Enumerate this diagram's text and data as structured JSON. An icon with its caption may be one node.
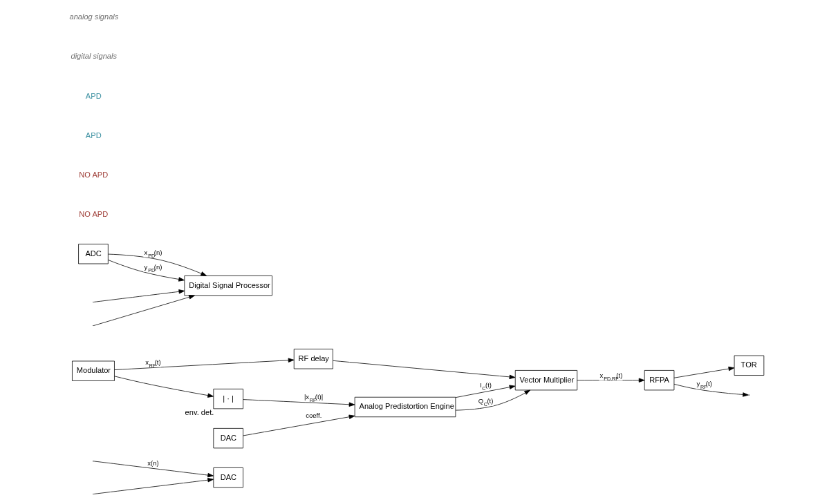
{
  "diagram": {
    "nodes": [
      {
        "text": [
          "DAC"
        ]
      },
      {
        "text": [
          "Modulator"
        ]
      },
      {
        "text": [
          "RF delay"
        ]
      },
      {
        "text": [
          "Vector Multiplier"
        ]
      },
      {
        "text": [
          "RFPA"
        ]
      },
      {
        "text": [
          "| · |"
        ],
        "beside": [
          "env. det."
        ]
      },
      {
        "text": [
          "Analog Predistortion Engine"
        ]
      },
      {
        "text": [
          "Digital Signal Processor"
        ]
      },
      {
        "text": [
          "DAC"
        ]
      },
      {
        "text": [
          "ADC"
        ]
      },
      {
        "text": [
          "TOR"
        ]
      }
    ],
    "edges": [
      {
        "from": null,
        "to": 0,
        "arrow": "to",
        "label": "x(n)"
      },
      {
        "from": null,
        "to": 0,
        "arrow": "to"
      },
      {
        "from": null,
        "to": 7,
        "arrow": "to"
      },
      {
        "from": null,
        "to": 7,
        "arrow": "to"
      },
      {
        "from": 1,
        "to": 2,
        "arrow": "to",
        "label": "x$_{RF}$(t)"
      },
      {
        "from": 1,
        "to": 5,
        "arrow": "to"
      },
      {
        "from": 2,
        "to": 3,
        "arrow": "to"
      },
      {
        "from": 3,
        "to": 4,
        "arrow": "to",
        "label": "x$_{PD,RF}$(t)"
      },
      {
        "from": 4,
        "to": null,
        "arrow": "to",
        "label": "y$_{RF}$(t)"
      },
      {
        "from": 4,
        "to": 10,
        "arrow": "to"
      },
      {
        "from": 5,
        "to": 6,
        "arrow": "to",
        "label": "|x$_{RF}$(t)|"
      },
      {
        "from": 8,
        "to": 6,
        "arrow": "to",
        "label": "coeff."
      },
      {
        "from": 6,
        "to": 3,
        "arrow": "to",
        "label": "I$_{C}$(t)"
      },
      {
        "from": 6,
        "to": 3,
        "arrow": "to",
        "label": "Q$_{C}$(t)"
      },
      {
        "from": 9,
        "to": 7,
        "arrow": "to",
        "label": "x$_{PD}$(n)"
      },
      {
        "from": 9,
        "to": 7,
        "arrow": "to",
        "label": "y$_{PD}$(n)"
      }
    ],
    "labels": [
      "NO APD",
      "NO APD",
      "APD",
      "APD",
      "digital signals",
      "analog signals"
    ]
  }
}
